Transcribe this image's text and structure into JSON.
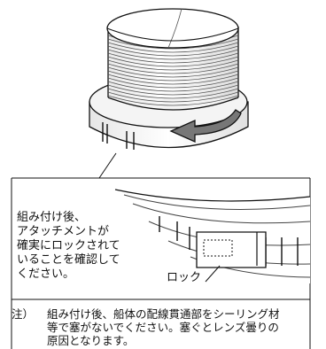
{
  "figure": {
    "icons": [
      "round-lens-cap-icon",
      "rotate-arrow-icon",
      "lock-tab-icon"
    ],
    "colors": {
      "line": "#111111",
      "shade": "#d9d9d9",
      "light": "#f2f2f2",
      "paper": "#ffffff"
    }
  },
  "callout": {
    "instruction_lines": [
      "組み付け後、",
      "アタッチメントが",
      "確実にロックされて",
      "いることを確認して",
      "ください。"
    ],
    "lock_label": "ロック"
  },
  "note": {
    "prefix": "注）",
    "line1": "組み付け後、船体の配線貫通部をシーリング材",
    "line2": "等で塞がないでください。塞ぐとレンズ曇りの",
    "line3": "原因となります。"
  }
}
